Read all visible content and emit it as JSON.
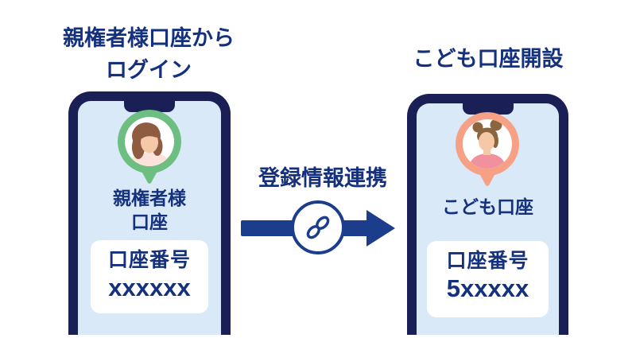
{
  "palette": {
    "text_navy": "#15317d",
    "arrow_navy": "#1c3c8c",
    "phone_frame_navy": "#1a1f56",
    "screen_light_blue": "#d9e9f7",
    "parent_pin_green": "#6cbf80",
    "child_pin_salmon": "#f6a185",
    "card_white": "#ffffff",
    "parent_hair_brown": "#8f5b41",
    "child_hair_brown": "#8a653e",
    "skin_tone": "#f5c9a7",
    "parent_blouse_pink": "#fbe3dc",
    "child_shirt_pink": "#f2919e"
  },
  "left": {
    "title_line1": "親権者様口座から",
    "title_line2": "ログイン",
    "avatar_icon": "parent-woman-avatar-icon",
    "pin_icon": "map-pin-green",
    "account_label_line1": "親権者様",
    "account_label_line2": "口座",
    "card": {
      "label": "口座番号",
      "number": "xxxxxx"
    }
  },
  "center": {
    "label": "登録情報連携",
    "icon": "chain-link-icon",
    "arrow_direction": "right"
  },
  "right": {
    "title": "こども口座開設",
    "avatar_icon": "child-girl-avatar-icon",
    "pin_icon": "map-pin-salmon",
    "account_label": "こども口座",
    "card": {
      "label": "口座番号",
      "number": "5xxxxx"
    }
  }
}
